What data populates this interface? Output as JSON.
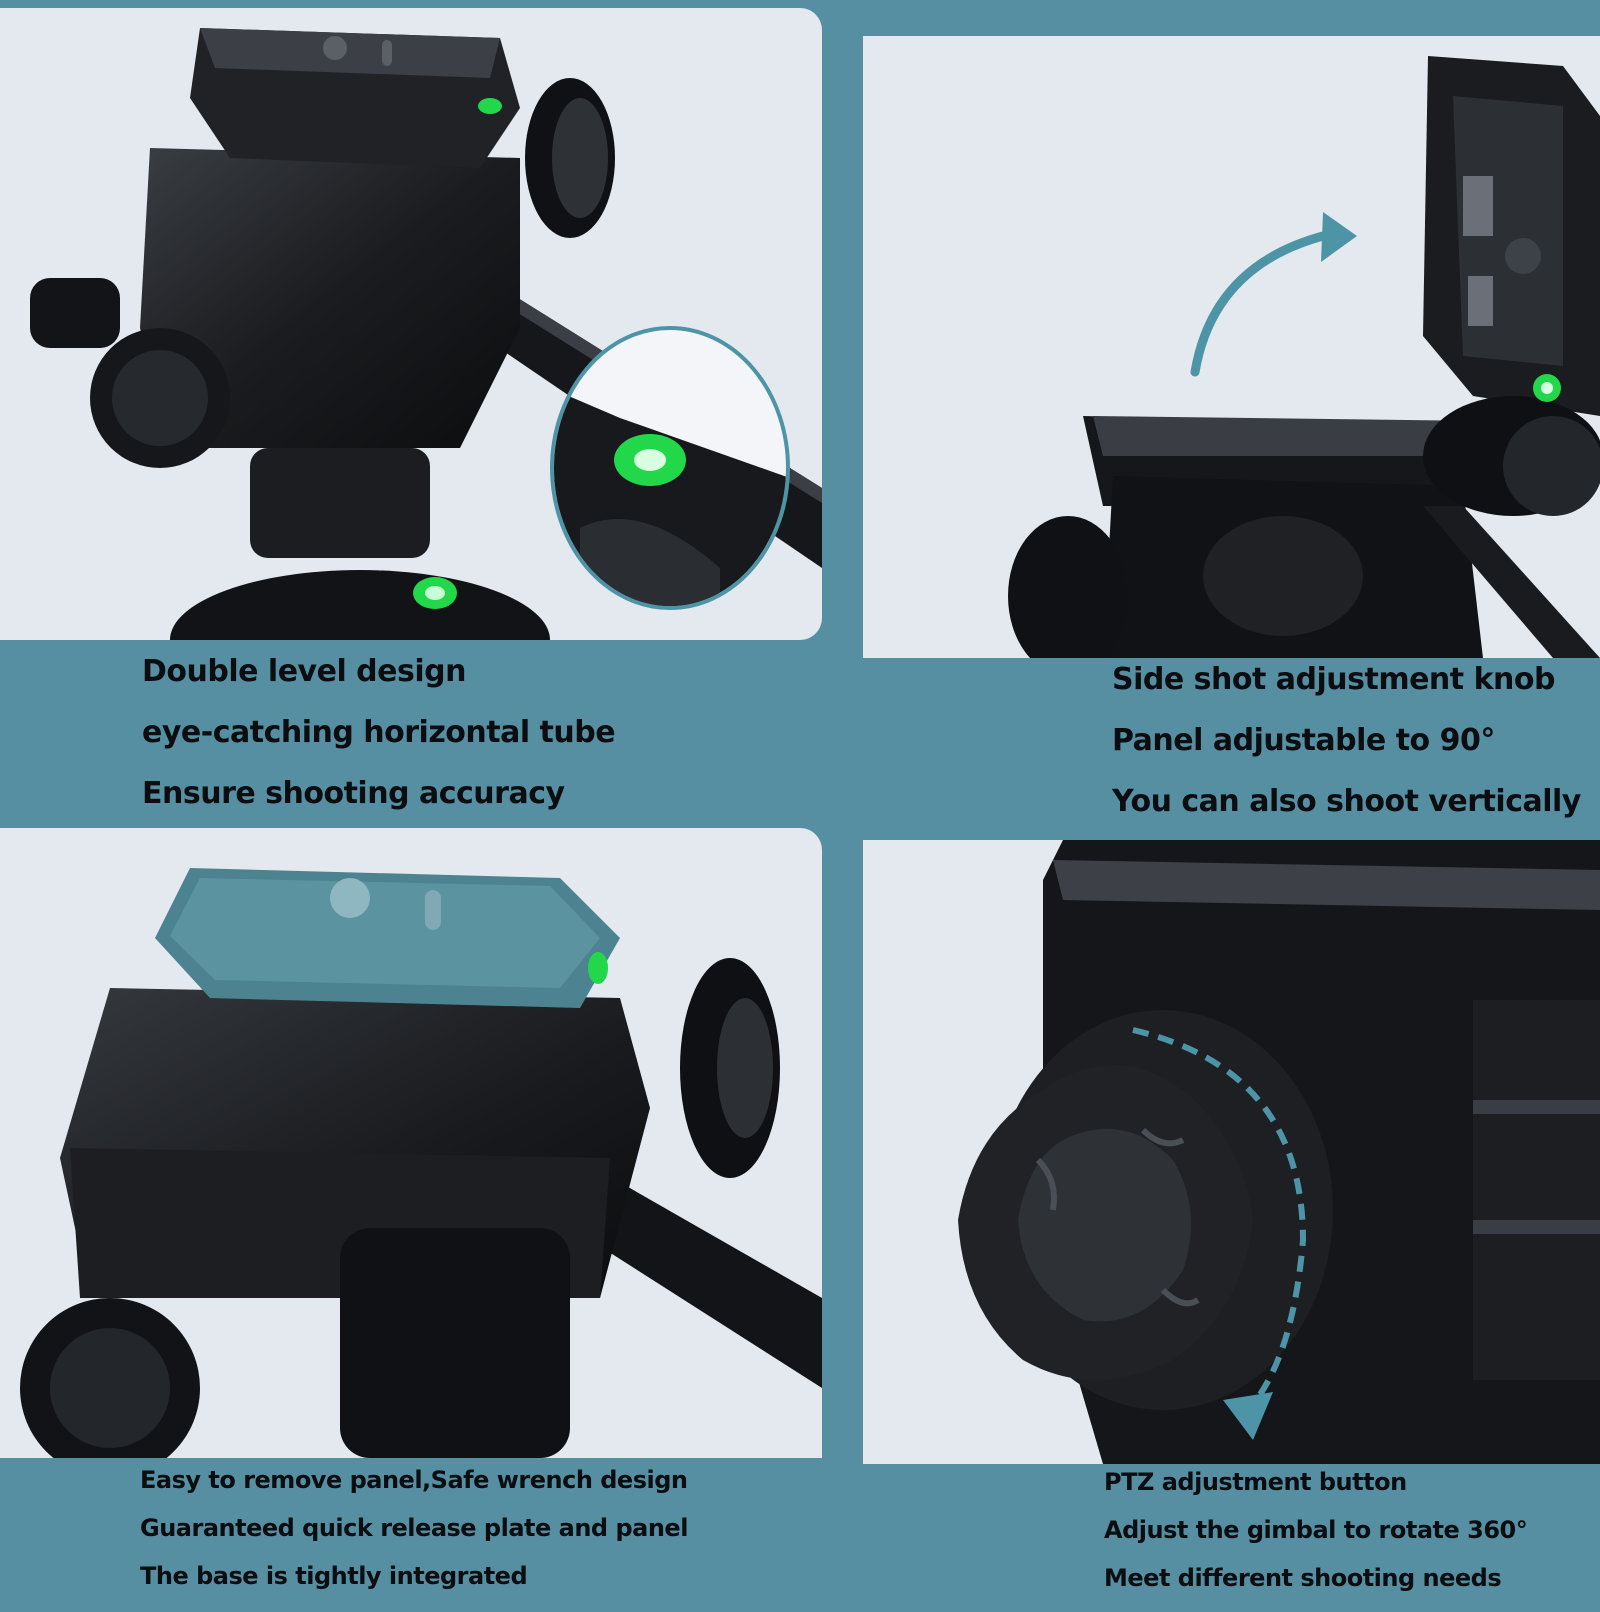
{
  "colors": {
    "band": "#568fa2",
    "panel_bg": "#e4e8ef",
    "caption_text": "#0b0d10",
    "tripod_black": "#16181b",
    "bubble_level": "#22d84a",
    "accent_arrow": "#4d95a6",
    "plate_teal": "#4d8391"
  },
  "features": [
    {
      "lines": [
        "Double level design",
        "eye-catching horizontal tube",
        "Ensure shooting accuracy"
      ]
    },
    {
      "lines": [
        "Side shot adjustment knob",
        "Panel adjustable to 90°",
        "You can also shoot vertically"
      ]
    },
    {
      "lines": [
        "Easy to remove panel,Safe wrench design",
        "Guaranteed quick release plate and panel",
        "The base is tightly integrated"
      ]
    },
    {
      "lines": [
        "PTZ adjustment button",
        "Adjust the gimbal to rotate 360°",
        "Meet different shooting needs"
      ]
    }
  ]
}
